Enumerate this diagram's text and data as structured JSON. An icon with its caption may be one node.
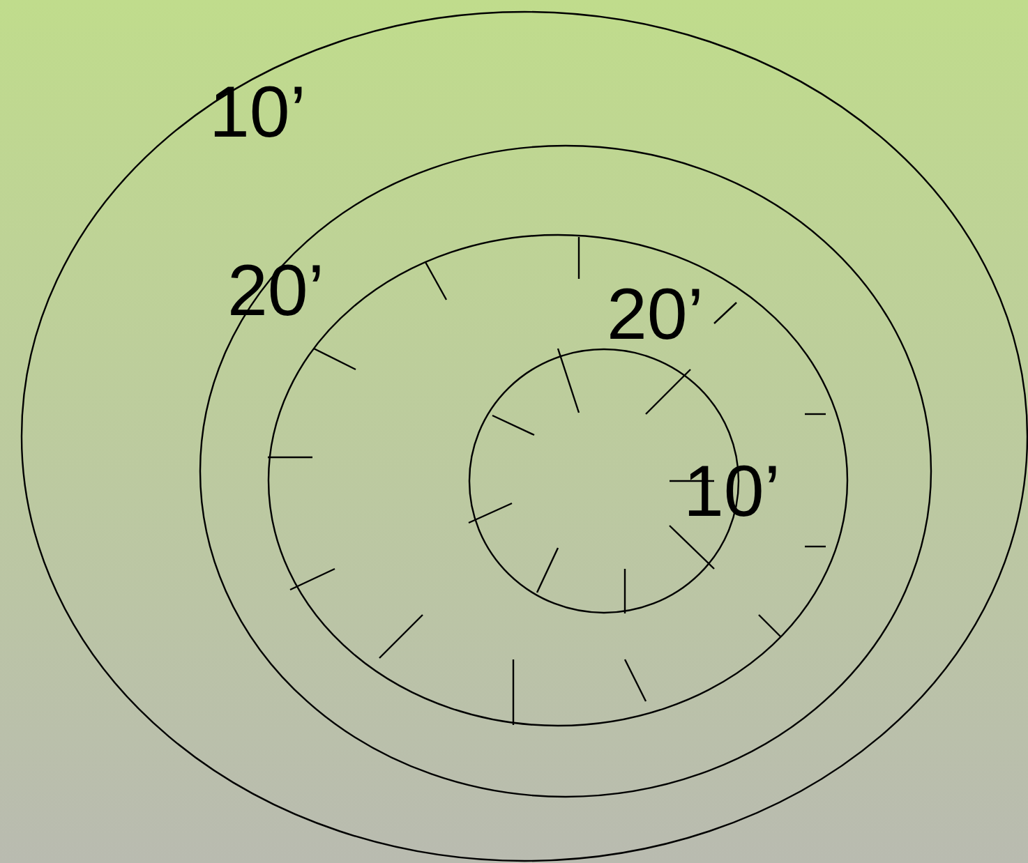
{
  "diagram": {
    "nodes": [
      {
        "text": [
          "10’"
        ]
      },
      {
        "text": [
          "20’"
        ],
        "in": 0
      },
      {
        "text": [
          "20’"
        ],
        "in": 1
      },
      {
        "text": [
          "10’"
        ],
        "in": 2
      }
    ]
  }
}
